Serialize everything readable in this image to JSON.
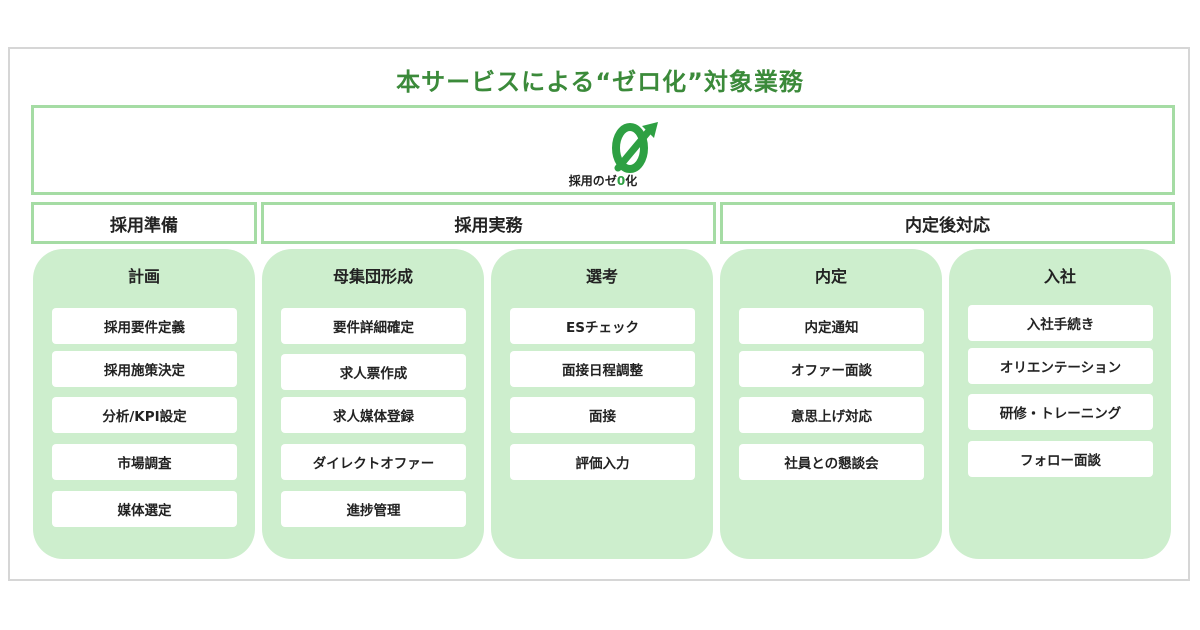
{
  "title": "本サービスによる“ゼロ化”対象業務",
  "colors": {
    "title": "#3b8a3a",
    "border": "#a5dca4",
    "column_bg": "#cdeecd",
    "logo_green": "#2ea043"
  },
  "logo": {
    "text_prefix": "採用の",
    "text_ze": "ゼ",
    "text_zero": "0",
    "text_suffix": "化"
  },
  "phases": [
    {
      "label": "採用準備"
    },
    {
      "label": "採用実務"
    },
    {
      "label": "内定後対応"
    }
  ],
  "columns": [
    {
      "title": "計画",
      "items": [
        "採用要件定義",
        "採用施策決定",
        "分析/KPI設定",
        "市場調査",
        "媒体選定"
      ]
    },
    {
      "title": "母集団形成",
      "items": [
        "要件詳細確定",
        "求人票作成",
        "求人媒体登録",
        "ダイレクトオファー",
        "進捗管理"
      ]
    },
    {
      "title": "選考",
      "items": [
        "ESチェック",
        "面接日程調整",
        "面接",
        "評価入力"
      ]
    },
    {
      "title": "内定",
      "items": [
        "内定通知",
        "オファー面談",
        "意思上げ対応",
        "社員との懇談会"
      ]
    },
    {
      "title": "入社",
      "items": [
        "入社手続き",
        "オリエンテーション",
        "研修・トレーニング",
        "フォロー面談"
      ]
    }
  ]
}
